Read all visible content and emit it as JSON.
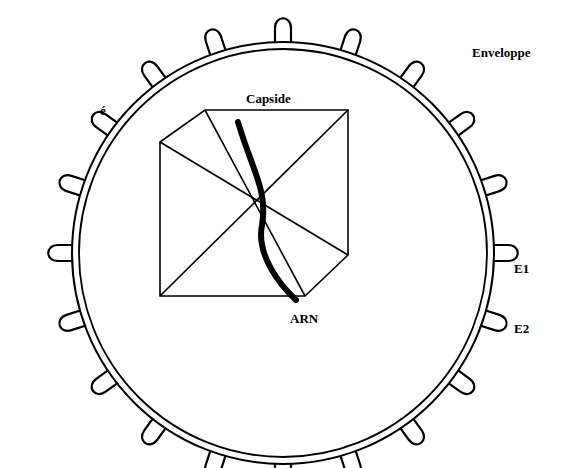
{
  "diagram": {
    "labels": [
      "Capside",
      "Enveloppe",
      "E1",
      "E2",
      "ARN",
      "é"
    ]
  }
}
